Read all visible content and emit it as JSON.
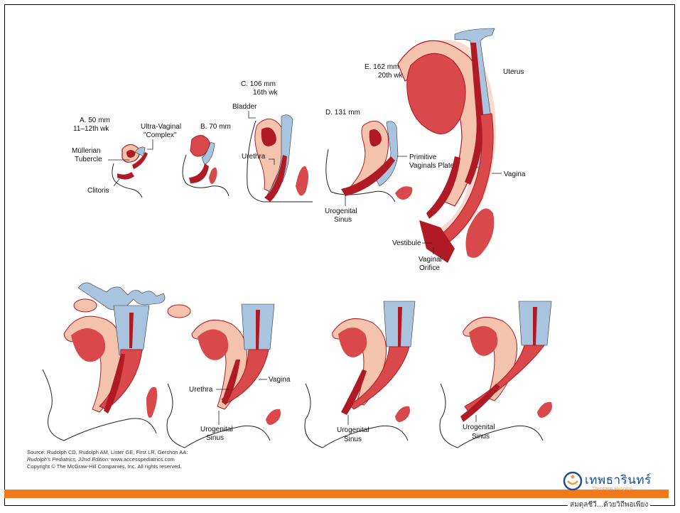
{
  "stages": {
    "a": {
      "title": "A. 50 mm",
      "age": "11–12th wk"
    },
    "b": {
      "title": "B. 70 mm"
    },
    "c": {
      "title": "C. 106 mm",
      "age": "16th wk"
    },
    "d": {
      "title": "D. 131 mm"
    },
    "e": {
      "title": "E. 162 mm",
      "age": "20th wk"
    }
  },
  "labels": {
    "ultra_vaginal_1": "Ultra-Vaginal",
    "ultra_vaginal_2": "\"Complex\"",
    "mullerian": "Müllerian",
    "tubercle": "Tubercle",
    "clitoris": "Clitoris",
    "bladder": "Bladder",
    "urethra": "Urethra",
    "primitive_1": "Primitive",
    "primitive_2": "Vaginals Plate",
    "urogenital": "Urogenital",
    "sinus": "Sinus",
    "uterus": "Uterus",
    "vagina": "Vagina",
    "vestibule": "Vestibule",
    "vaginal": "Vaginal",
    "orifice": "Orifice"
  },
  "bottom_labels": {
    "urethra": "Urethra",
    "vagina": "Vagina",
    "urogenital": "Urogenital",
    "sinus": "Sinus"
  },
  "source": {
    "line1": "Source: Rudolph CD, Rudolph AM, Lister GE, First LR, Gershon AA:",
    "line2_italic": "Rudolph's Pediatrics, 22nd Edition:",
    "line2_rest": " www.accesspediatrics.com",
    "line3": "Copyright © The McGraw-Hill Companies, Inc. All rights reserved."
  },
  "logo": {
    "thai_name": "เทพธารินทร์",
    "english_name": "Theptarin Hospital",
    "tagline": "สมดุลชีวี...ด้วยวิถีพอเพียง"
  },
  "colors": {
    "tissue_dark": "#b01a24",
    "tissue_mid": "#d9484a",
    "tissue_light": "#f3c3ad",
    "mullerian_blue": "#a9c4df",
    "accent_bar": "#f07a1a",
    "logo_blue": "#1d4f8f"
  }
}
